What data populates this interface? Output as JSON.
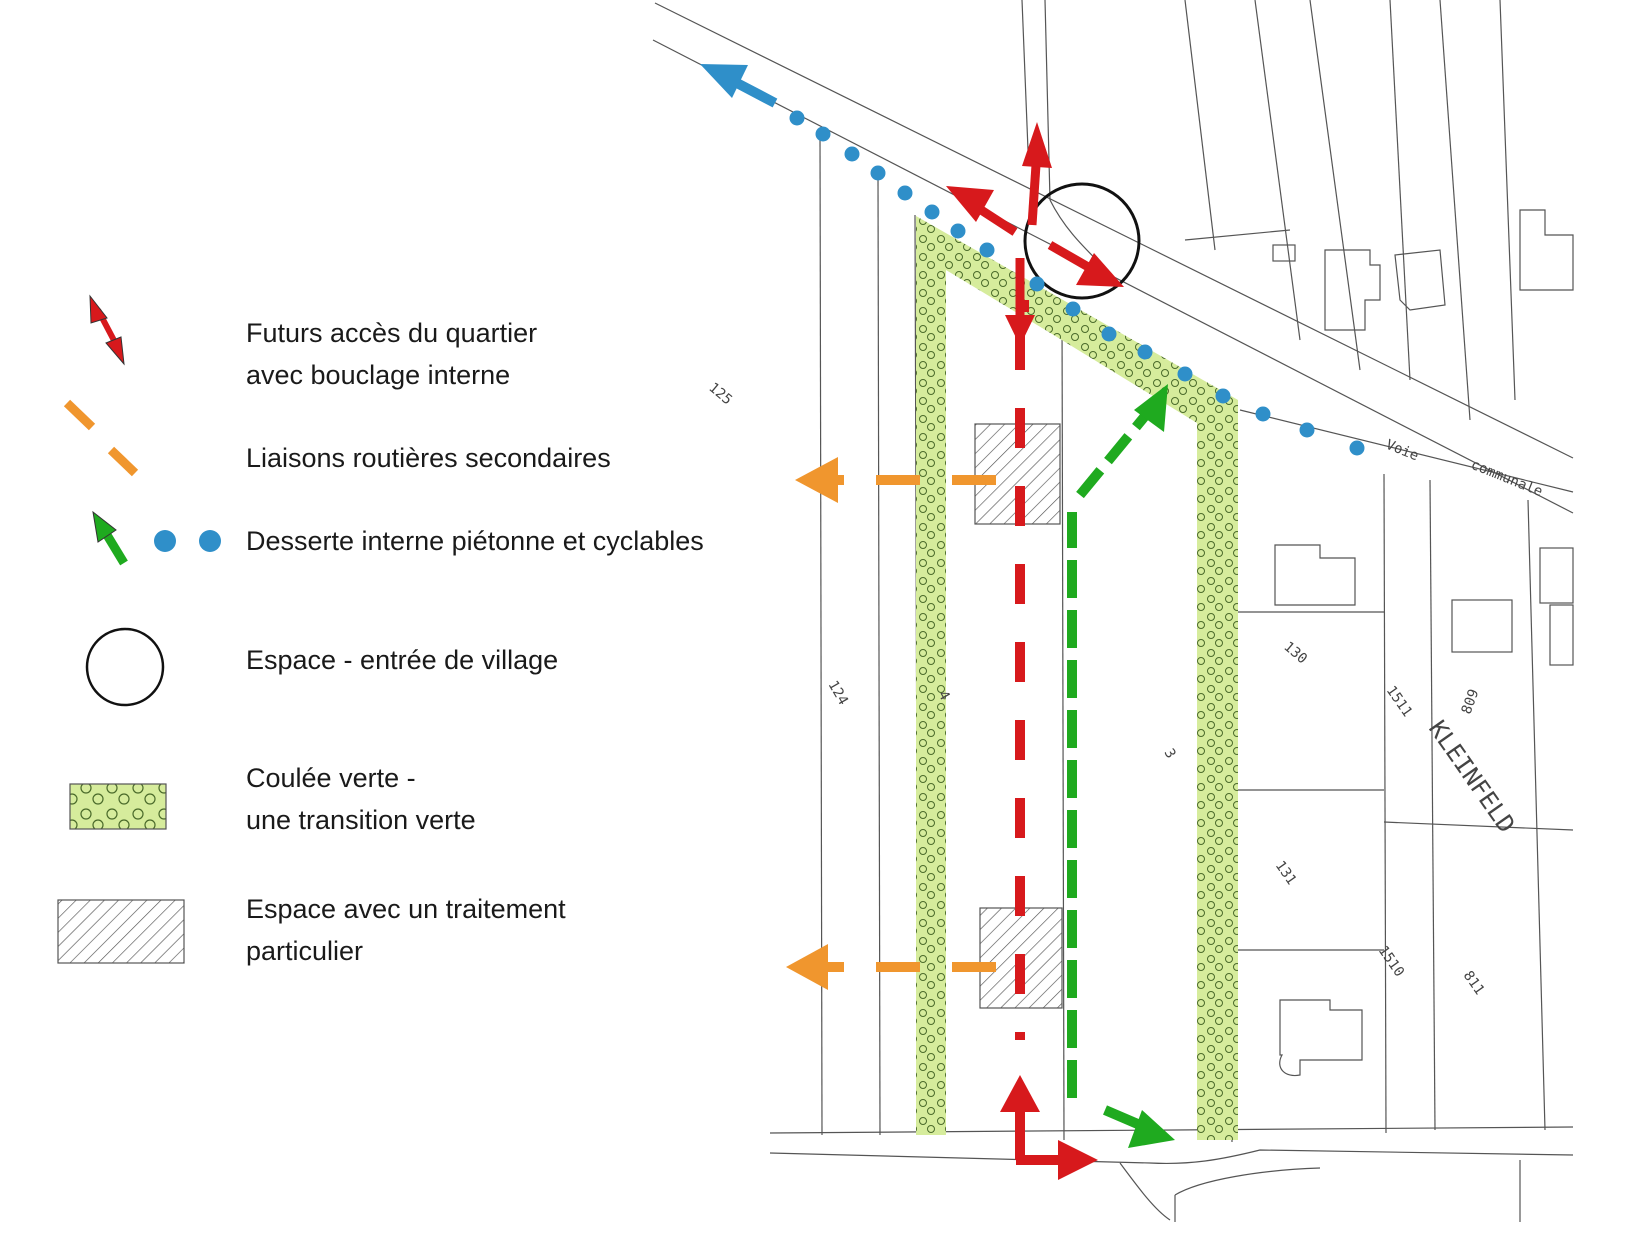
{
  "legend": {
    "access": {
      "line1": "Futurs accès du quartier",
      "line2": "avec bouclage interne",
      "icon": "red-double-arrow-icon"
    },
    "secondary": {
      "text": "Liaisons routières secondaires",
      "icon": "orange-dash-icon"
    },
    "pedestrian": {
      "text": "Desserte interne piétonne et cyclables",
      "icon": "green-arrow-blue-dots-icon"
    },
    "village_entry": {
      "text": "Espace - entrée de village",
      "icon": "circle-icon"
    },
    "green": {
      "line1": "Coulée verte -",
      "line2": "une transition verte",
      "icon": "green-dotted-swatch-icon"
    },
    "special": {
      "line1": "Espace avec un traitement",
      "line2": "particulier",
      "icon": "hatched-swatch-icon"
    }
  },
  "plan": {
    "parcels": [
      "125",
      "124",
      "4",
      "3",
      "130",
      "131",
      "1511",
      "1510",
      "809",
      "811"
    ],
    "road_label_1": "Voie",
    "road_label_2": "communale",
    "locality": "KLEINFELD"
  },
  "colors": {
    "red": "#d7191c",
    "orange": "#f0962e",
    "green": "#1faa1f",
    "blue": "#2f8fc9",
    "green_fill": "#d6ec9c",
    "line": "#555555"
  }
}
